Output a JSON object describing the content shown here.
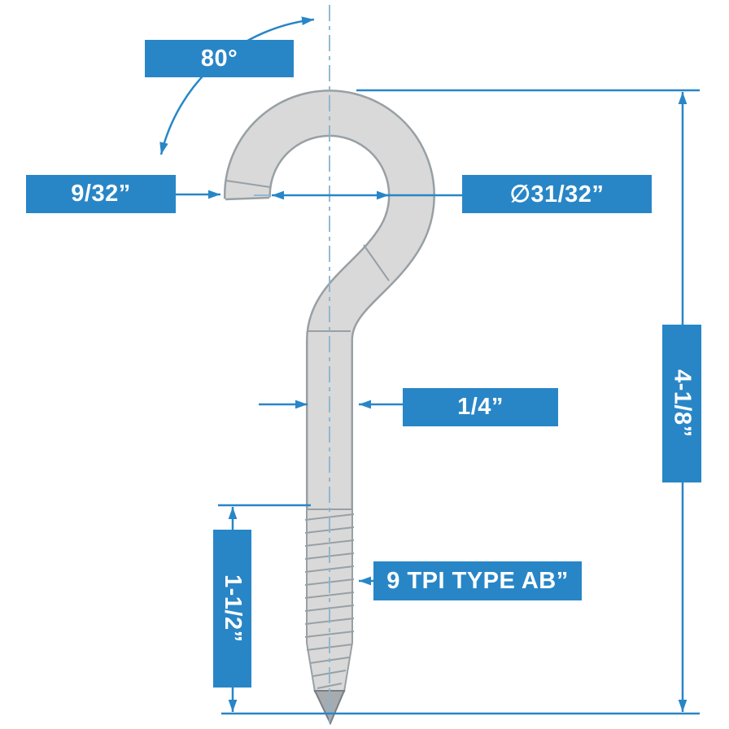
{
  "diagram": {
    "subject": "Screw hook technical dimension drawing",
    "labels": {
      "angle": "80°",
      "hook_gap": "9/32”",
      "hook_inner_diameter": "∅31/32”",
      "shaft_diameter": "1/4”",
      "overall_length": "4-1/8”",
      "thread_length": "1-1/2”",
      "thread_spec": "9 TPI TYPE AB”"
    },
    "colors": {
      "dimension_blue": "#2886c7",
      "label_text": "#ffffff",
      "metal_fill": "#d9d9d9",
      "metal_outline": "#98a0a5",
      "centerline_blue": "#89b3cf",
      "background": "#ffffff"
    }
  }
}
